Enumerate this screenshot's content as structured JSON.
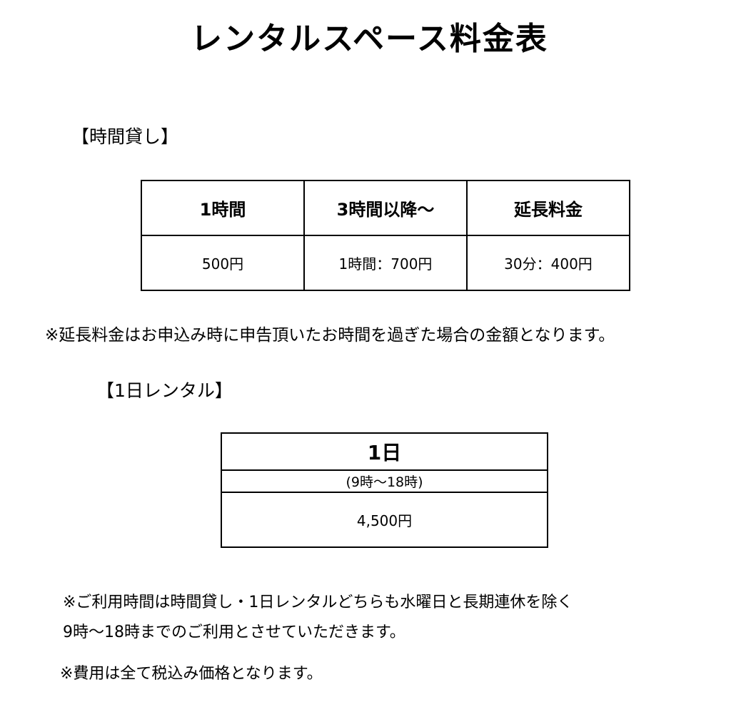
{
  "title": "レンタルスペース料金表",
  "hourly": {
    "heading": "【時間貸し】",
    "headers": [
      "1時間",
      "3時間以降～",
      "延長料金"
    ],
    "values": [
      "500円",
      "1時間：700円",
      "30分：400円"
    ],
    "note": "※延長料金はお申込み時に申告頂いたお時間を過ぎた場合の金額となります。"
  },
  "daily": {
    "heading": "【1日レンタル】",
    "header": "1日",
    "hours": "(9時～18時)",
    "price": "4,500円"
  },
  "notes": {
    "usage_line1": "※ご利用時間は時間貸し・1日レンタルどちらも水曜日と長期連休を除く",
    "usage_line2": "9時～18時までのご利用とさせていただきます。",
    "tax": "※費用は全て税込み価格となります。"
  }
}
